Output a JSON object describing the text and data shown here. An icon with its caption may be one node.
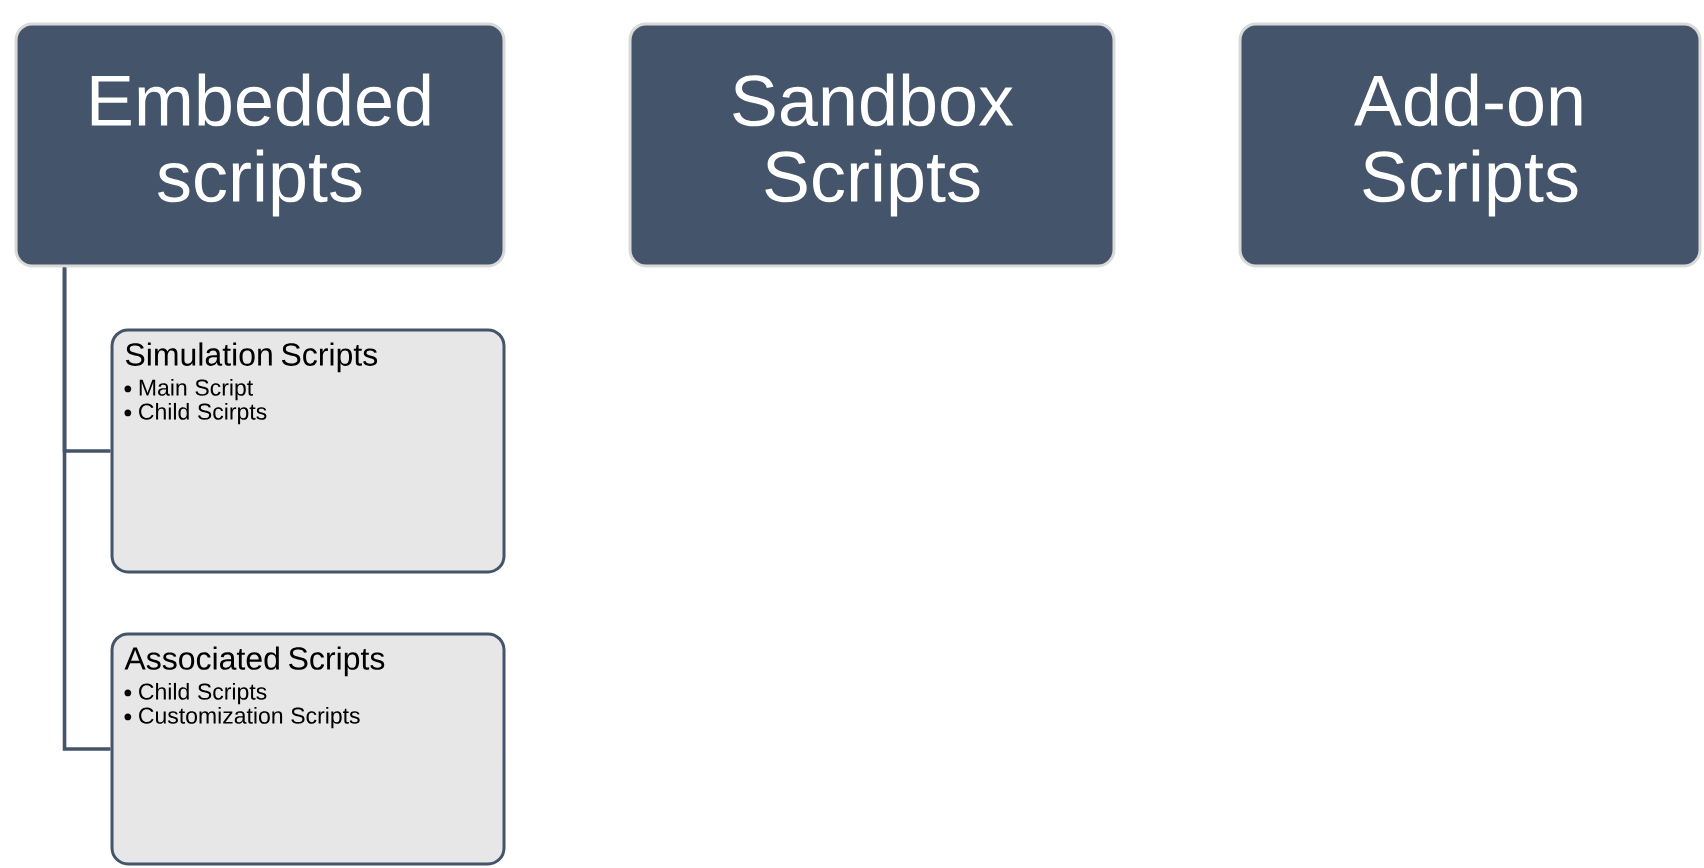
{
  "diagram": {
    "nodes": [
      {
        "text": [
          "Embedded scripts"
        ]
      },
      {
        "text": [
          "Sandbox Scripts"
        ]
      },
      {
        "text": [
          "Add-on Scripts"
        ]
      },
      {
        "text": [
          "Simulation Scripts",
          "Main Script",
          "Child Scirpts"
        ]
      },
      {
        "text": [
          "Associated Scripts",
          "Child Scripts",
          "Customization Scripts"
        ]
      }
    ],
    "edges": [
      {
        "from": 0,
        "to": 3,
        "arrow": "none"
      },
      {
        "from": 0,
        "to": 4,
        "arrow": "none"
      }
    ]
  }
}
